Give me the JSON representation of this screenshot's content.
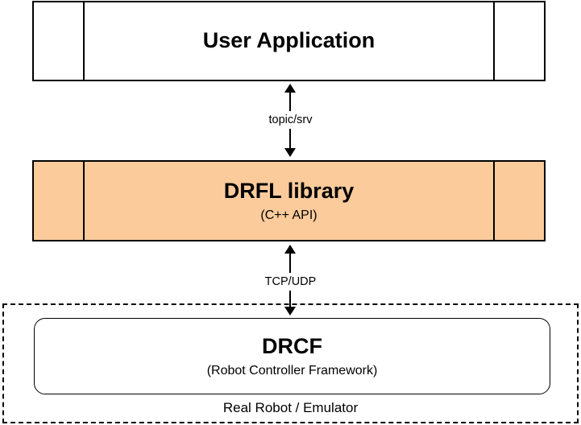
{
  "diagram": {
    "layers": [
      {
        "id": "user-application",
        "title": "User Application",
        "subtitle": "",
        "fill": "#ffffff",
        "border": "#000000"
      },
      {
        "id": "drfl-library",
        "title": "DRFL library",
        "subtitle": "(C++ API)",
        "fill": "#FBCB9C",
        "border": "#000000"
      }
    ],
    "connectors": [
      {
        "id": "topic-srv",
        "label": "topic/srv",
        "style": "double-headed-vertical-arrow",
        "from": "user-application",
        "to": "drfl-library"
      },
      {
        "id": "tcp-udp",
        "label": "TCP/UDP",
        "style": "double-headed-vertical-arrow",
        "from": "drfl-library",
        "to": "drcf"
      }
    ],
    "robot_region": {
      "caption": "Real Robot / Emulator",
      "border_style": "dashed",
      "box": {
        "id": "drcf",
        "title": "DRCF",
        "subtitle": "(Robot Controller Framework)",
        "fill": "#ffffff",
        "border": "#000000"
      }
    }
  }
}
